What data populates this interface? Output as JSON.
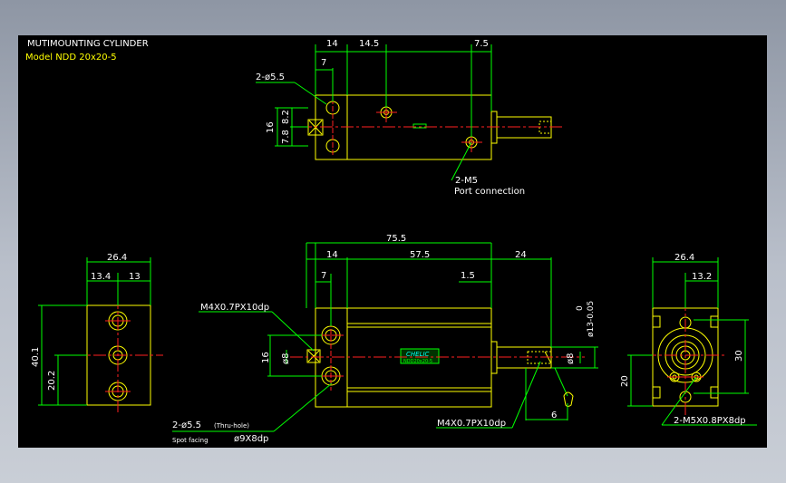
{
  "title": {
    "line1": "MUTIMOUNTING CYLINDER",
    "line2": "Model  NDD 20x20-5"
  },
  "colors": {
    "background": "#000000",
    "outline": "#ffff00",
    "dimension": "#00ff00",
    "centerline": "#ff2020",
    "accent": "#00ffff",
    "frame": "#8e96a4"
  },
  "top_view": {
    "dims": [
      "14",
      "14.5",
      "7.5",
      "7",
      "16",
      "7.8",
      "8.2"
    ],
    "hole_callout": "2-ø5.5",
    "port_callout": "2-M5",
    "port_note": "Port connection"
  },
  "front_view": {
    "dims": [
      "75.5",
      "14",
      "57.5",
      "24",
      "7",
      "1.5",
      "ø8",
      "16",
      "ø8",
      "6"
    ],
    "tol_top": "0",
    "tol_bottom": "ø13-0.05",
    "label_top_thread": "M4X0.7PX10dp",
    "label_bottom_thread": "M4X0.7PX10dp",
    "hole_note": "2-ø5.5",
    "hole_note_small": "(Thru-hole)",
    "spot_facing": "Spot facing",
    "spot_value": "ø9X8dp",
    "brand": "CHELIC",
    "brand_sub": "NDD20x20-5"
  },
  "left_view": {
    "dims": [
      "26.4",
      "13.4",
      "13",
      "40.1",
      "20.2"
    ]
  },
  "right_view": {
    "dims": [
      "26.4",
      "13.2",
      "30",
      "20"
    ],
    "callout": "2-M5X0.8PX8dp"
  }
}
